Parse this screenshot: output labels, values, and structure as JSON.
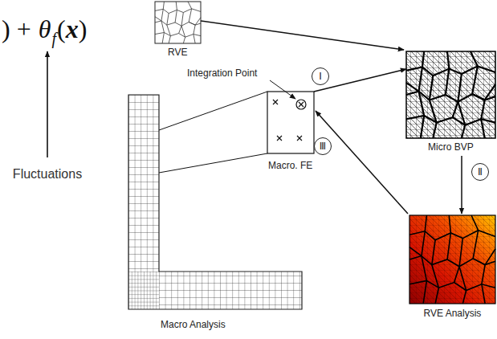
{
  "diagram": {
    "nodes": [
      {
        "text": [
          "RVE"
        ]
      },
      {
        "text": [
          "Macro Analysis"
        ]
      },
      {
        "text": [
          "Macro. FE"
        ]
      },
      {
        "text": [
          "Micro BVP"
        ]
      },
      {
        "text": [
          "RVE Analysis"
        ]
      }
    ],
    "edges": [
      {
        "from": 0,
        "to": 3,
        "arrow": "to"
      },
      {
        "from": 1,
        "to": 2,
        "arrow": "none"
      },
      {
        "from": 2,
        "to": 3,
        "arrow": "to",
        "label": "Ⅰ"
      },
      {
        "from": 3,
        "to": 4,
        "arrow": "to",
        "label": "Ⅱ"
      },
      {
        "from": 4,
        "to": 2,
        "arrow": "to",
        "label": "Ⅲ"
      }
    ],
    "labels": [
      ") +",
      "θ",
      "f",
      "(",
      "x",
      ")",
      "Fluctuations",
      "Integration Point"
    ]
  }
}
